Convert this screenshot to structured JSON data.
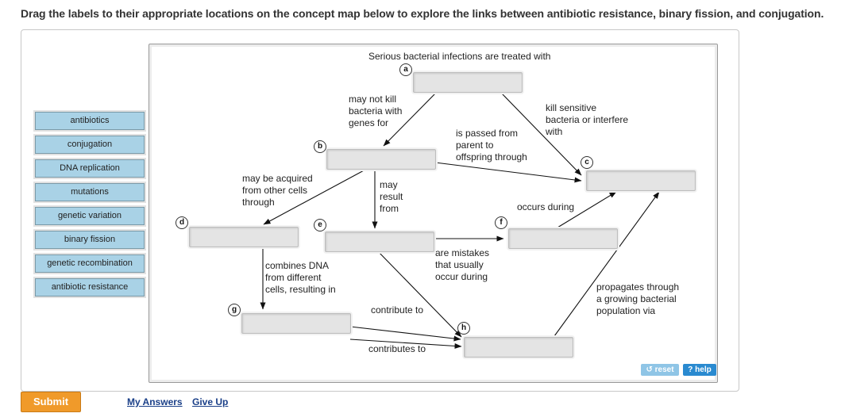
{
  "instructions": "Drag the labels to their appropriate locations on the concept map below to explore the links between antibiotic resistance, binary fission, and conjugation.",
  "labels": [
    "antibiotics",
    "conjugation",
    "DNA replication",
    "mutations",
    "genetic variation",
    "binary fission",
    "genetic recombination",
    "antibiotic resistance"
  ],
  "map_title": "Serious bacterial infections are treated with",
  "badges": {
    "a": "a",
    "b": "b",
    "c": "c",
    "d": "d",
    "e": "e",
    "f": "f",
    "g": "g",
    "h": "h"
  },
  "links": {
    "may_not_kill": "may not kill\nbacteria with\ngenes for",
    "kill_sensitive": "kill sensitive\nbacteria or interfere\nwith",
    "passed": "is passed from\nparent to\noffspring through",
    "acquired": "may be acquired\nfrom other cells\nthrough",
    "may_result": "may\nresult\nfrom",
    "occurs_during": "occurs during",
    "combines": "combines DNA\nfrom different\ncells, resulting in",
    "mistakes": "are mistakes\nthat usually\noccur during",
    "propagates": "propagates through\na growing bacterial\npopulation via",
    "contribute_to": "contribute to",
    "contributes_to": "contributes to"
  },
  "buttons": {
    "reset": "reset",
    "help": "? help",
    "submit": "Submit",
    "my_answers": "My Answers",
    "give_up": "Give Up"
  }
}
